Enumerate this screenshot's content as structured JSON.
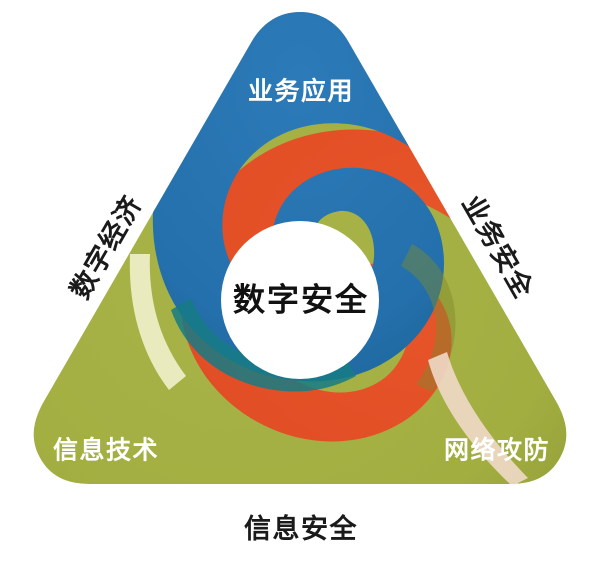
{
  "diagram": {
    "title": "数字安全",
    "center": {
      "label": "数字安全"
    },
    "segments": [
      {
        "id": "business-application",
        "label": "业务应用",
        "color": "#2470AC",
        "position": "top"
      },
      {
        "id": "network-attack-defense",
        "label": "网络攻防",
        "color": "#E24E25",
        "position": "bottom-right"
      },
      {
        "id": "information-technology",
        "label": "信息技术",
        "color": "#A2AE40",
        "position": "bottom-left"
      }
    ],
    "edge_labels": [
      {
        "id": "digital-economy",
        "label": "数字经济",
        "position": "left-edge",
        "color": "#1a1a1a"
      },
      {
        "id": "business-security",
        "label": "业务安全",
        "position": "right-edge",
        "color": "#1a1a1a"
      },
      {
        "id": "information-security",
        "label": "信息安全",
        "position": "bottom-edge",
        "color": "#1a1a1a"
      }
    ],
    "palette": {
      "blue": "#2470AC",
      "blue_shadow": "#1C6490",
      "red": "#E24E25",
      "red_shadow": "#D3431C",
      "green": "#A2AE40",
      "green_shadow": "#95A239",
      "highlight": "#EDEDC6",
      "teal_overlap": "#157B85",
      "background": "#FFFFFF",
      "center_fill": "#FFFFFF"
    }
  }
}
